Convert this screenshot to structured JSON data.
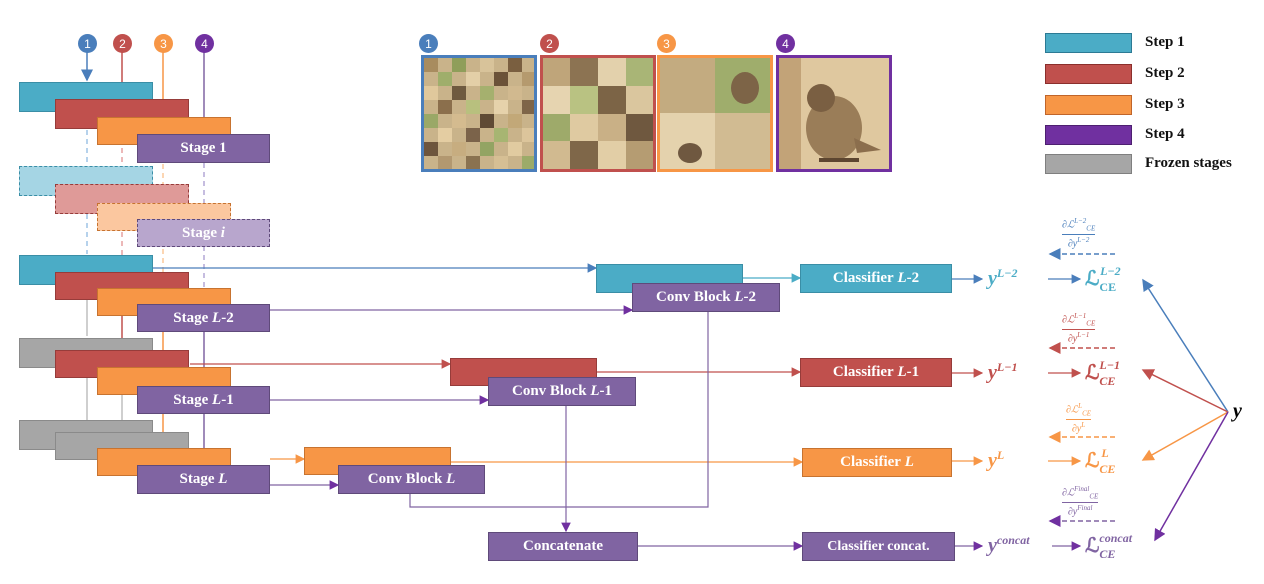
{
  "colors": {
    "step1": "#4bacc6",
    "step2": "#c0504d",
    "step3": "#f79646",
    "step4": "#8064a2",
    "frozen": "#a6a6a6",
    "y_black": "#000000"
  },
  "steps": {
    "badges": [
      "1",
      "2",
      "3",
      "4"
    ]
  },
  "legend": {
    "items": [
      "Step 1",
      "Step 2",
      "Step 3",
      "Step 4",
      "Frozen stages"
    ]
  },
  "stages": {
    "stage1": "Stage 1",
    "stage_i_prefix": "Stage ",
    "stage_i_var": "i",
    "stage_l2_prefix": "Stage ",
    "stage_l2_var": "L",
    "stage_l2_suffix": "-2",
    "stage_l1_prefix": "Stage ",
    "stage_l1_var": "L",
    "stage_l1_suffix": "-1",
    "stage_l_prefix": "Stage ",
    "stage_l_var": "L"
  },
  "conv_blocks": {
    "cb_l2_prefix": "Conv Block ",
    "cb_l2_var": "L",
    "cb_l2_suffix": "-2",
    "cb_l1_prefix": "Conv Block ",
    "cb_l1_var": "L",
    "cb_l1_suffix": "-1",
    "cb_l_prefix": "Conv Block ",
    "cb_l_var": "L"
  },
  "concatenate": "Concatenate",
  "classifiers": {
    "c_l2_prefix": "Classifier ",
    "c_l2_var": "L",
    "c_l2_suffix": "-2",
    "c_l1_prefix": "Classifier ",
    "c_l1_var": "L",
    "c_l1_suffix": "-1",
    "c_l_prefix": "Classifier ",
    "c_l_var": "L",
    "c_concat": "Classifier concat."
  },
  "outputs": {
    "y_base": "y",
    "y_l2_sup": "L−2",
    "y_l1_sup": "L−1",
    "y_l_sup": "L",
    "y_concat_sup": "concat"
  },
  "losses": {
    "script_l": "ℒ",
    "ce": "CE",
    "l2_sup": "L−2",
    "l1_sup": "L−1",
    "l_sup": "L",
    "concat_sup": "concat"
  },
  "gradients": {
    "l2_num": "∂ℒ",
    "l2_num_sup": "L−2",
    "l2_num_sub": "CE",
    "l2_den": "∂y",
    "l2_den_sup": "L−2",
    "l1_num": "∂ℒ",
    "l1_num_sup": "L−1",
    "l1_num_sub": "CE",
    "l1_den": "∂y",
    "l1_den_sup": "L−1",
    "l_num": "∂ℒ",
    "l_num_sup": "L",
    "l_num_sub": "CE",
    "l_den": "∂y",
    "l_den_sup": "L",
    "final_num": "∂ℒ",
    "final_num_sup": "Final",
    "final_num_sub": "CE",
    "final_den": "∂y",
    "final_den_sup": "Final"
  },
  "target": "y"
}
